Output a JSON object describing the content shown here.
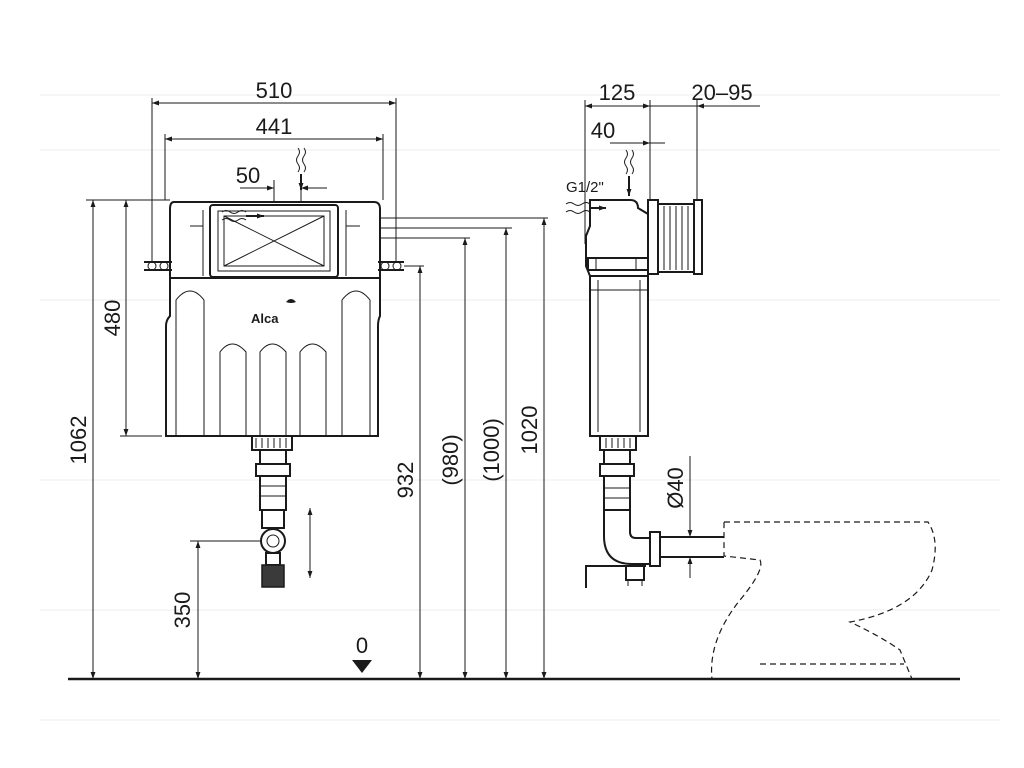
{
  "dimensions": {
    "overall_width": "510",
    "inner_width": "441",
    "inlet_offset": "50",
    "tank_height": "480",
    "total_height": "1062",
    "drain_height": "350",
    "height_932": "932",
    "height_980": "(980)",
    "height_1000": "(1000)",
    "height_1020": "1020",
    "floor_zero": "0",
    "depth_125": "125",
    "depth_40": "40",
    "depth_adjust": "20–95",
    "pipe_diameter": "Ø40",
    "inlet_thread": "G1/2\""
  },
  "brand": {
    "logo_text": "Alca"
  }
}
